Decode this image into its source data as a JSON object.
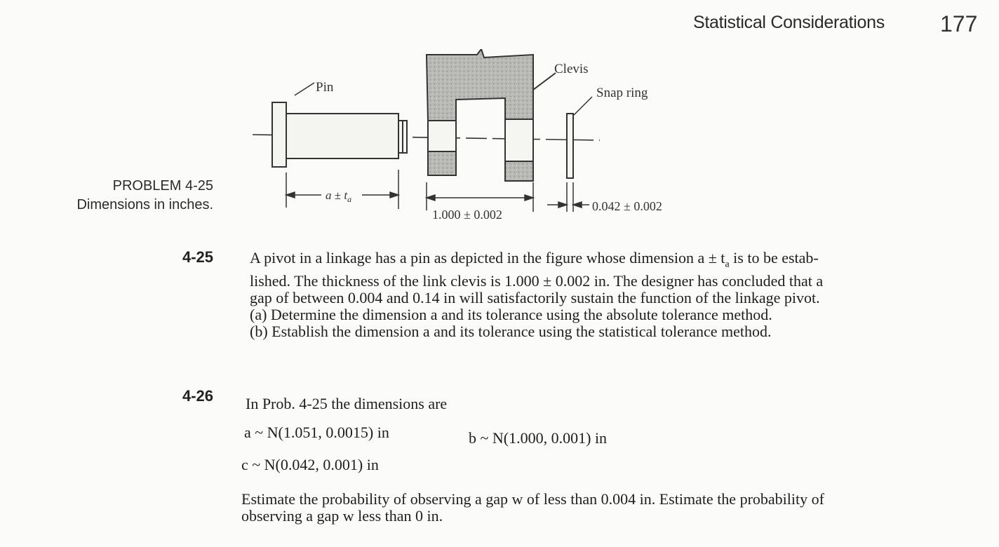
{
  "header": {
    "title": "Statistical Considerations",
    "page_number": "177"
  },
  "figure": {
    "labels": {
      "pin": "Pin",
      "clevis": "Clevis",
      "snap_ring": "Snap ring",
      "pin_dim": "a ± t",
      "pin_dim_sub": "a",
      "clevis_dim": "1.000 ± 0.002",
      "ring_dim": "0.042 ± 0.002"
    },
    "caption": {
      "line1": "PROBLEM 4-25",
      "line2": "Dimensions in inches."
    }
  },
  "problems": [
    {
      "number": "4-25",
      "lines": [
        "A pivot in a linkage has a pin as depicted in the figure whose dimension a ± t",
        "lished. The thickness of the link clevis is 1.000 ± 0.002 in. The designer has concluded that a",
        "gap of between 0.004 and 0.14 in will satisfactorily sustain the function of the linkage pivot.",
        "(a) Determine the dimension a and its tolerance using the absolute tolerance method.",
        "(b) Establish the dimension a and its tolerance using the statistical tolerance method."
      ],
      "line1_sub": "a",
      "line1_tail": " is to be estab-"
    },
    {
      "number": "4-26",
      "intro": "In Prob. 4-25 the dimensions are",
      "eq_a": "a ~ N(1.051, 0.0015) in",
      "eq_b": "b ~ N(1.000, 0.001) in",
      "eq_c": "c ~ N(0.042, 0.001) in",
      "closing": [
        "Estimate the probability of observing a gap w of less than 0.004 in. Estimate the probability of",
        "observing a gap w less than 0 in."
      ]
    }
  ]
}
